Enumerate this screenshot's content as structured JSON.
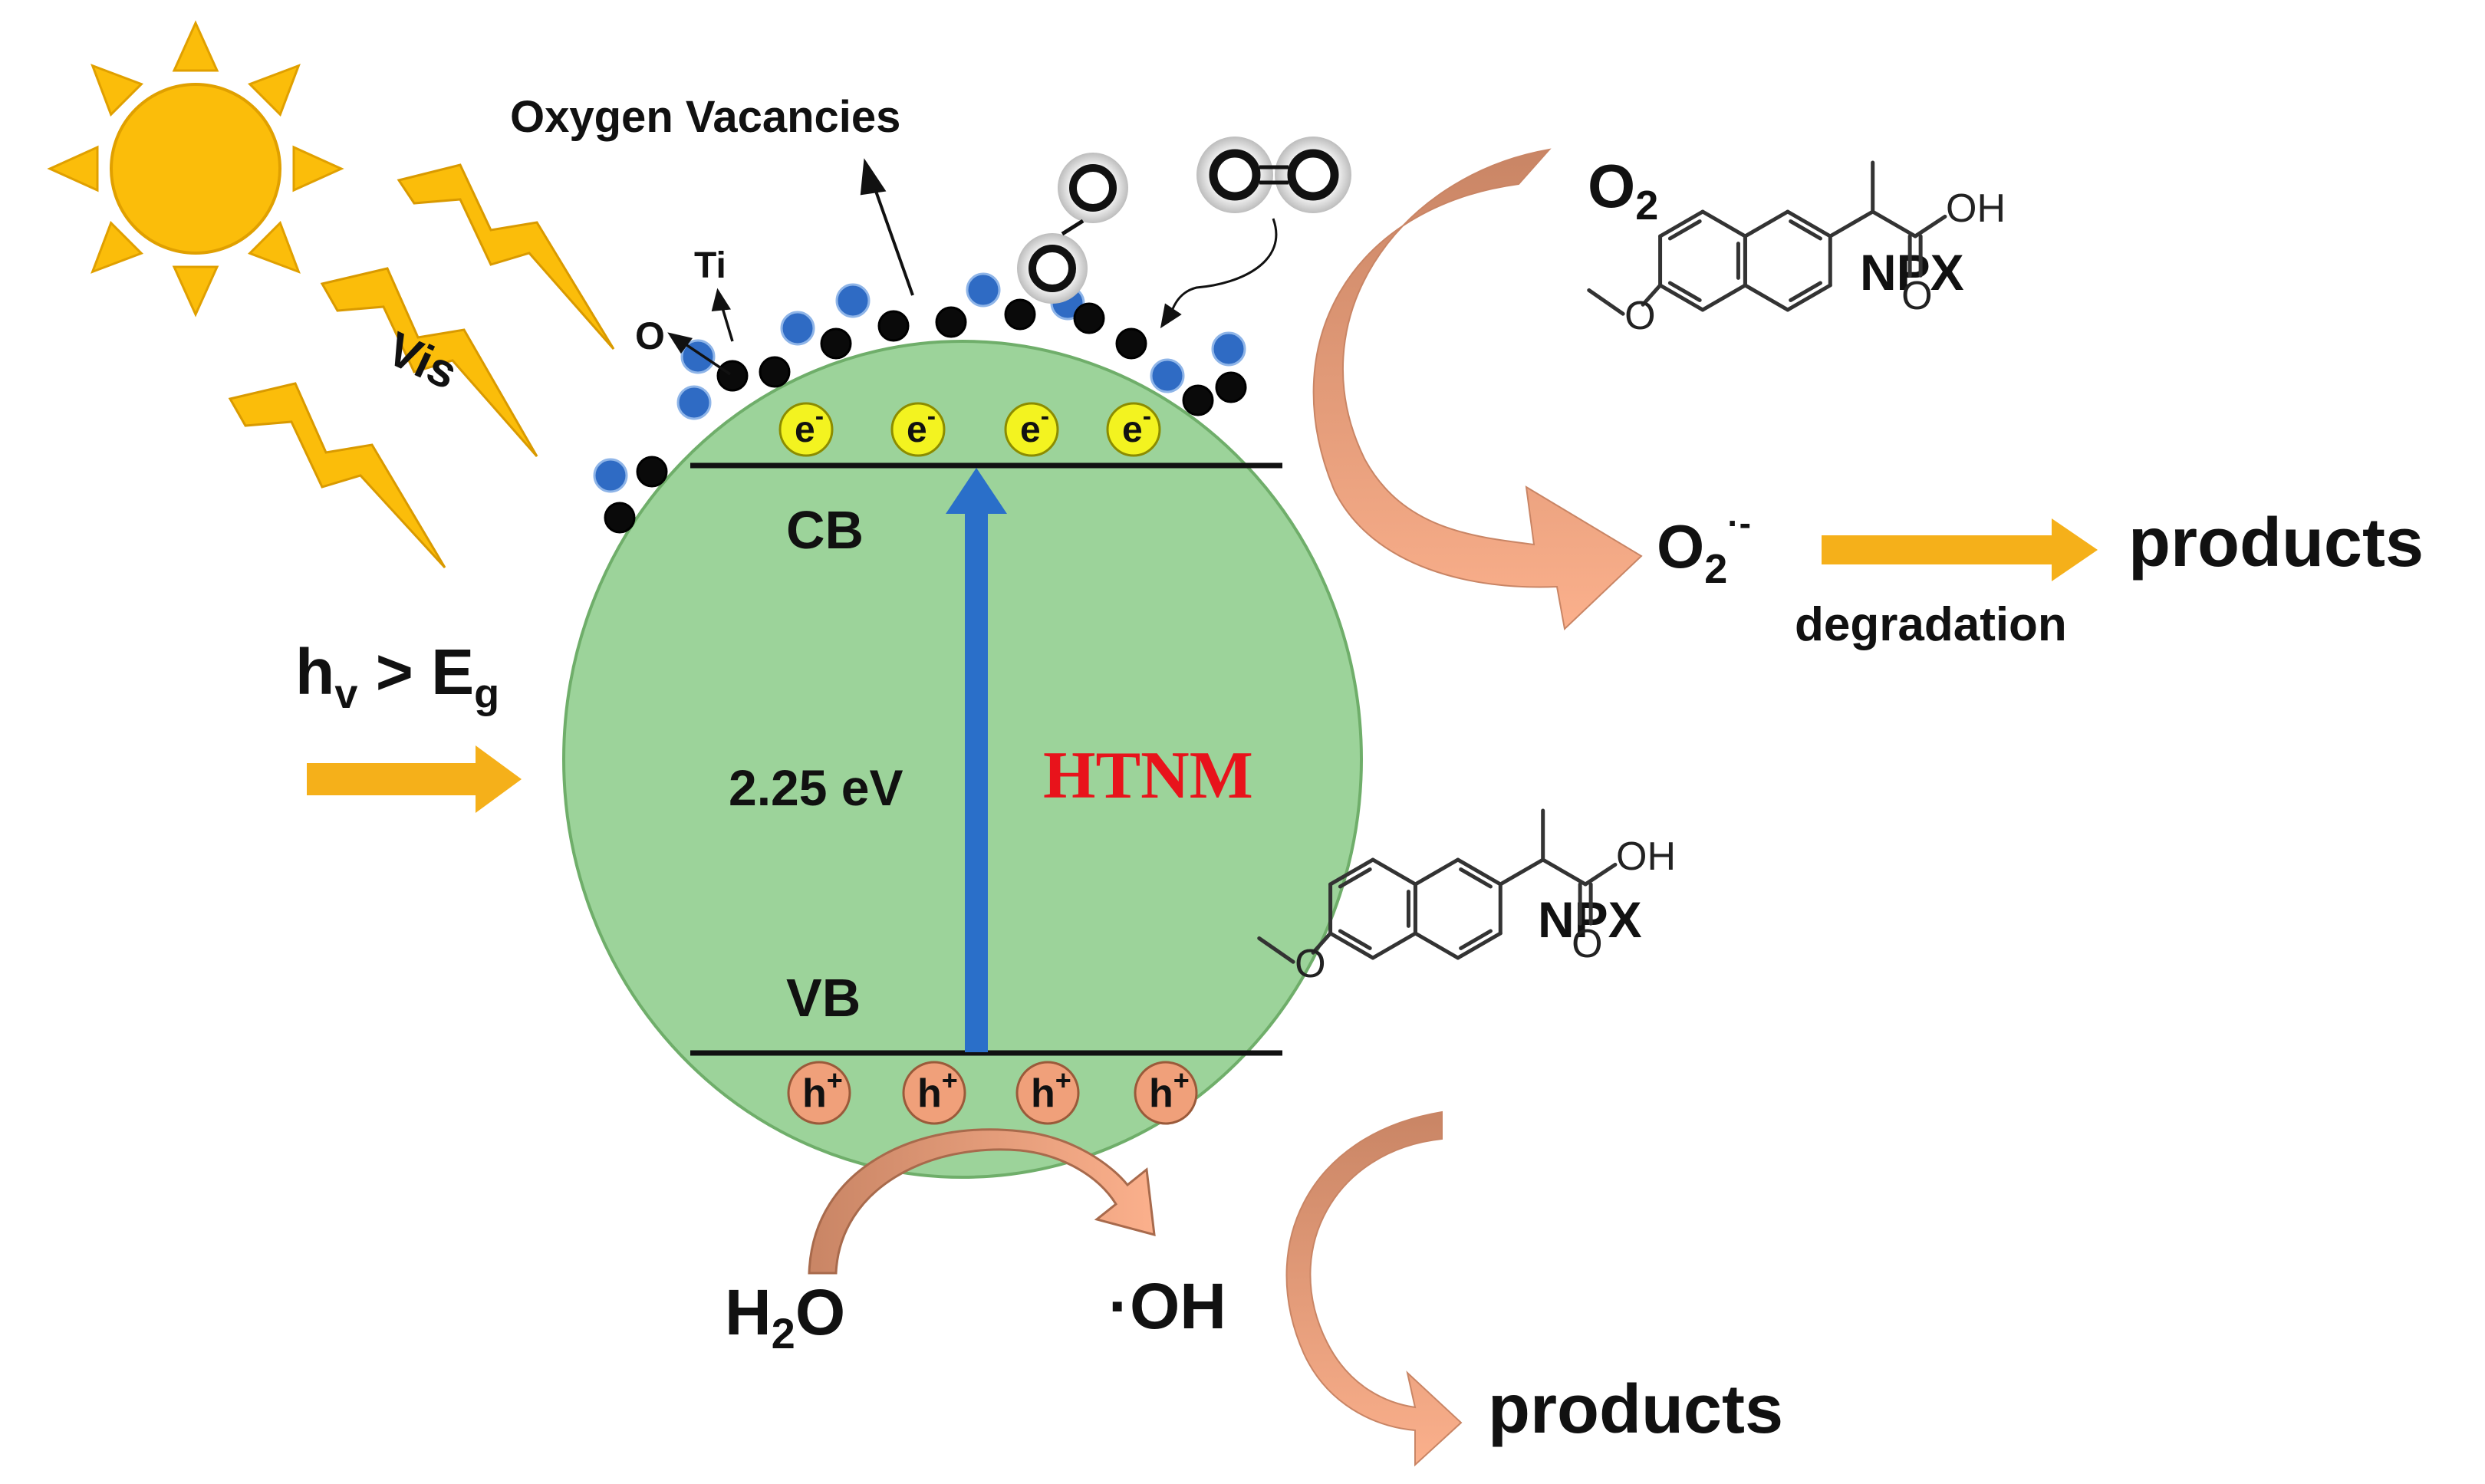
{
  "labels": {
    "vis": "Vis",
    "oxygen_vacancies": "Oxygen Vacancies",
    "ti": "Ti",
    "o": "O",
    "cb": "CB",
    "vb": "VB",
    "band_gap": "2.25 eV",
    "material": "HTNM",
    "excitation_h": "h",
    "excitation_v": "v",
    "excitation_gt": " > E",
    "excitation_g": "g",
    "o2": "O",
    "o2_sub": "2",
    "superoxide": "O",
    "superoxide_sub": "2",
    "superoxide_sup": "·-",
    "degradation": "degradation",
    "products_top": "products",
    "products_bottom": "products",
    "npx_top": "NPX",
    "npx_bottom": "NPX",
    "h2o_h": "H",
    "h2o_sub": "2",
    "h2o_o": "O",
    "oh_radical": "·OH",
    "electron": "e",
    "electron_sup": "-",
    "hole": "h",
    "hole_sup": "+",
    "mol_oh": "OH",
    "mol_o": "O",
    "mol_methoxy_o": "O"
  },
  "colors": {
    "particle_fill": "#9cd39a",
    "particle_stroke": "#6fae6a",
    "electron_fill": "#f3f320",
    "hole_fill": "#f0a07a",
    "arrow_blue": "#2a6fc9",
    "sun": "#fbbd0a",
    "bolt": "#fbbd0a",
    "flow_arrow": "#f5b01a",
    "curved_arrow_dark": "#c98565",
    "curved_arrow_light": "#fbb08c",
    "material_text": "#e8131b",
    "ti_atom": "#2f6bc4",
    "o_atom": "#0a0a0a"
  }
}
